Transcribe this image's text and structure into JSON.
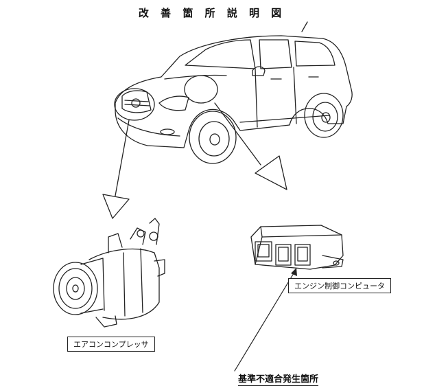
{
  "title": "改 善 箇 所 説 明 図",
  "labels": {
    "compressor": "エアコンコンプレッサ",
    "ecu": "エンジン制御コンピュータ"
  },
  "footer": "基準不適合発生箇所",
  "icons": [
    "vehicle-illustration",
    "ac-compressor-illustration",
    "ecu-illustration"
  ]
}
